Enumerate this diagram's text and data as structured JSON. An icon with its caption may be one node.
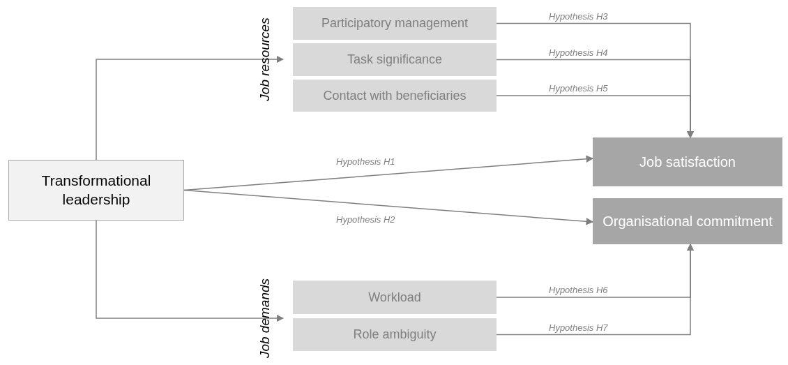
{
  "diagram": {
    "nodes": [
      {
        "text": [
          "Transformational leadership"
        ]
      },
      {
        "text": [
          "Job resources"
        ]
      },
      {
        "text": [
          "Participatory management"
        ],
        "in": 1
      },
      {
        "text": [
          "Task significance"
        ],
        "in": 1
      },
      {
        "text": [
          "Contact with beneficiaries"
        ],
        "in": 1
      },
      {
        "text": [
          "Job satisfaction"
        ]
      },
      {
        "text": [
          "Organisational commitment"
        ]
      },
      {
        "text": [
          "Job demands"
        ]
      },
      {
        "text": [
          "Workload"
        ],
        "in": 7
      },
      {
        "text": [
          "Role ambiguity"
        ],
        "in": 7
      }
    ],
    "edges": [
      {
        "from": 0,
        "to": 1,
        "arrow": "to"
      },
      {
        "from": 0,
        "to": 7,
        "arrow": "to"
      },
      {
        "from": 0,
        "to": 5,
        "label": "Hypothesis H1",
        "arrow": "to"
      },
      {
        "from": 0,
        "to": 6,
        "label": "Hypothesis H2",
        "arrow": "to"
      },
      {
        "from": 2,
        "to": 5,
        "label": "Hypothesis H3",
        "arrow": "to"
      },
      {
        "from": 3,
        "to": 5,
        "label": "Hypothesis H4",
        "arrow": "to"
      },
      {
        "from": 4,
        "to": 5,
        "label": "Hypothesis H5",
        "arrow": "to"
      },
      {
        "from": 8,
        "to": 6,
        "label": "Hypothesis H6",
        "arrow": "to"
      },
      {
        "from": 9,
        "to": 6,
        "label": "Hypothesis H7",
        "arrow": "to"
      }
    ]
  }
}
